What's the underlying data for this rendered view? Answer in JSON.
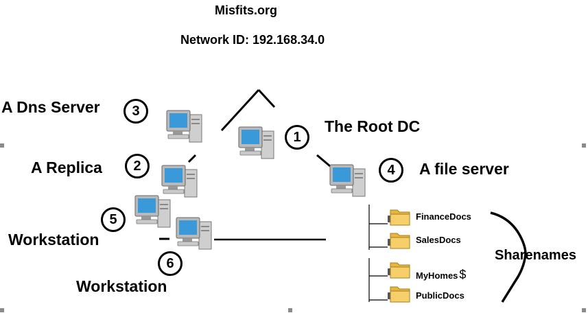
{
  "header": {
    "domain": "Misfits.org",
    "network_id": "Network ID:  192.168.34.0"
  },
  "nodes": [
    {
      "key": "dns",
      "label": "A Dns Server",
      "number": "3"
    },
    {
      "key": "root",
      "label": "The Root DC",
      "number": "1"
    },
    {
      "key": "replica",
      "label": "A Replica",
      "number": "2"
    },
    {
      "key": "fileserver",
      "label": "A file server",
      "number": "4"
    },
    {
      "key": "ws5",
      "label": "Workstation",
      "number": "5"
    },
    {
      "key": "ws6",
      "label": "Workstation",
      "number": "6"
    }
  ],
  "shares": {
    "items": [
      "FinanceDocs",
      "SalesDocs",
      "MyHomes",
      "PublicDocs"
    ],
    "myhomes_suffix": "$",
    "brace_label": "Sharenames"
  },
  "colors": {
    "line": "#000000",
    "screen": "#3a9ad9",
    "case": "#c9c9c9",
    "folder": "#f2c14e",
    "handle": "#8a8a8a"
  }
}
